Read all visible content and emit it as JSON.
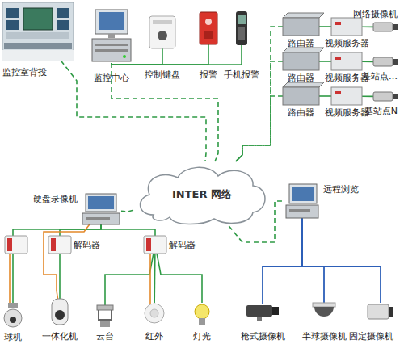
{
  "diagram": {
    "nodes": [
      {
        "text": [
          "监控室背投"
        ]
      },
      {
        "text": [
          "监控中心"
        ]
      },
      {
        "text": [
          "控制键盘"
        ]
      },
      {
        "text": [
          "报警"
        ]
      },
      {
        "text": [
          "手机报警"
        ]
      },
      {
        "text": [
          "路由器"
        ]
      },
      {
        "text": [
          "视频服务器"
        ]
      },
      {
        "text": [
          "网络摄像机"
        ]
      },
      {
        "text": [
          "路由器"
        ]
      },
      {
        "text": [
          "视频服务器"
        ]
      },
      {
        "text": [
          "基站点…"
        ]
      },
      {
        "text": [
          "路由器"
        ]
      },
      {
        "text": [
          "视频服务器"
        ]
      },
      {
        "text": [
          "基站点N"
        ]
      },
      {
        "text": [
          "INTER 网络"
        ]
      },
      {
        "text": [
          "硬盘录像机"
        ]
      },
      {
        "text": [
          "远程浏览"
        ]
      },
      {
        "text": [
          "解码器"
        ]
      },
      {
        "text": [
          "解码器"
        ]
      },
      {
        "text": [
          "球机"
        ]
      },
      {
        "text": [
          "一体化机"
        ]
      },
      {
        "text": [
          "云台"
        ]
      },
      {
        "text": [
          "红外"
        ]
      },
      {
        "text": [
          "灯光"
        ]
      },
      {
        "text": [
          "枪式摄像机"
        ]
      },
      {
        "text": [
          "半球摄像机"
        ]
      },
      {
        "text": [
          "固定摄像机"
        ]
      }
    ],
    "edges": [
      {
        "from": 0,
        "to": 14,
        "arrow": "none"
      },
      {
        "from": 1,
        "to": 14,
        "arrow": "none"
      },
      {
        "from": 1,
        "to": 2,
        "arrow": "none"
      },
      {
        "from": 1,
        "to": 3,
        "arrow": "none"
      },
      {
        "from": 1,
        "to": 4,
        "arrow": "none"
      },
      {
        "from": 5,
        "to": 14,
        "arrow": "none"
      },
      {
        "from": 8,
        "to": 14,
        "arrow": "none"
      },
      {
        "from": 11,
        "to": 14,
        "arrow": "none"
      },
      {
        "from": 5,
        "to": 6,
        "arrow": "none"
      },
      {
        "from": 6,
        "to": 7,
        "arrow": "none"
      },
      {
        "from": 8,
        "to": 9,
        "arrow": "none"
      },
      {
        "from": 9,
        "to": 10,
        "arrow": "none"
      },
      {
        "from": 11,
        "to": 12,
        "arrow": "none"
      },
      {
        "from": 12,
        "to": 13,
        "arrow": "none"
      },
      {
        "from": 14,
        "to": 15,
        "arrow": "none"
      },
      {
        "from": 14,
        "to": 16,
        "arrow": "none"
      },
      {
        "from": 15,
        "to": 17,
        "arrow": "none"
      },
      {
        "from": 15,
        "to": 18,
        "arrow": "none"
      },
      {
        "from": 15,
        "to": 19,
        "arrow": "none"
      },
      {
        "from": 15,
        "to": 20,
        "arrow": "none"
      },
      {
        "from": 17,
        "to": 20,
        "arrow": "none"
      },
      {
        "from": 18,
        "to": 21,
        "arrow": "none"
      },
      {
        "from": 18,
        "to": 22,
        "arrow": "none"
      },
      {
        "from": 18,
        "to": 23,
        "arrow": "none"
      },
      {
        "from": 16,
        "to": 24,
        "arrow": "none"
      },
      {
        "from": 16,
        "to": 25,
        "arrow": "none"
      },
      {
        "from": 16,
        "to": 26,
        "arrow": "none"
      }
    ]
  }
}
